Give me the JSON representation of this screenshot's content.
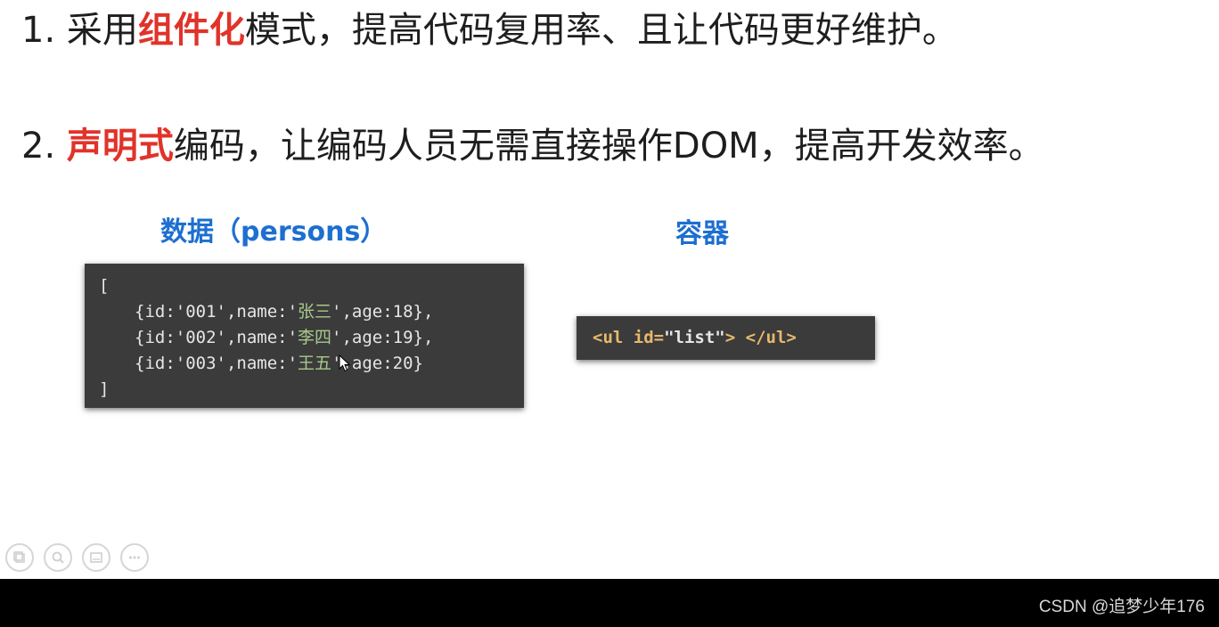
{
  "slide": {
    "line1": {
      "prefix": "1. 采用",
      "highlight": "组件化",
      "suffix": "模式，提高代码复用率、且让代码更好维护。"
    },
    "line2": {
      "prefix": "2. ",
      "highlight": "声明式",
      "suffix": "编码，让编码人员无需直接操作DOM，提高开发效率。"
    },
    "data_title": "数据（persons）",
    "container_title": "容器",
    "persons_code": {
      "open": "[",
      "rows": [
        {
          "pre": "{id:'001',name:'",
          "name": "张三",
          "post": "',age:18},"
        },
        {
          "pre": "{id:'002',name:'",
          "name": "李四",
          "post": "',age:19},"
        },
        {
          "pre": "{id:'003',name:'",
          "name": "王五",
          "post": "',age:20}"
        }
      ],
      "close": "]"
    },
    "container_code": {
      "open_tag": "<ul",
      "attr": " id=",
      "value": "\"list\"",
      "close_open": ">",
      "end_tag": " </ul>"
    }
  },
  "toolbar": {
    "icons": [
      "copy-slides-icon",
      "zoom-icon",
      "slide-view-icon",
      "more-icon"
    ]
  },
  "footer": {
    "watermark": "CSDN @追梦少年176"
  },
  "colors": {
    "highlight": "#e0332a",
    "section_title": "#1d6fd0",
    "code_bg": "#3b3b3b",
    "chinese_string": "#a8c88b",
    "tag": "#e8b86b"
  }
}
